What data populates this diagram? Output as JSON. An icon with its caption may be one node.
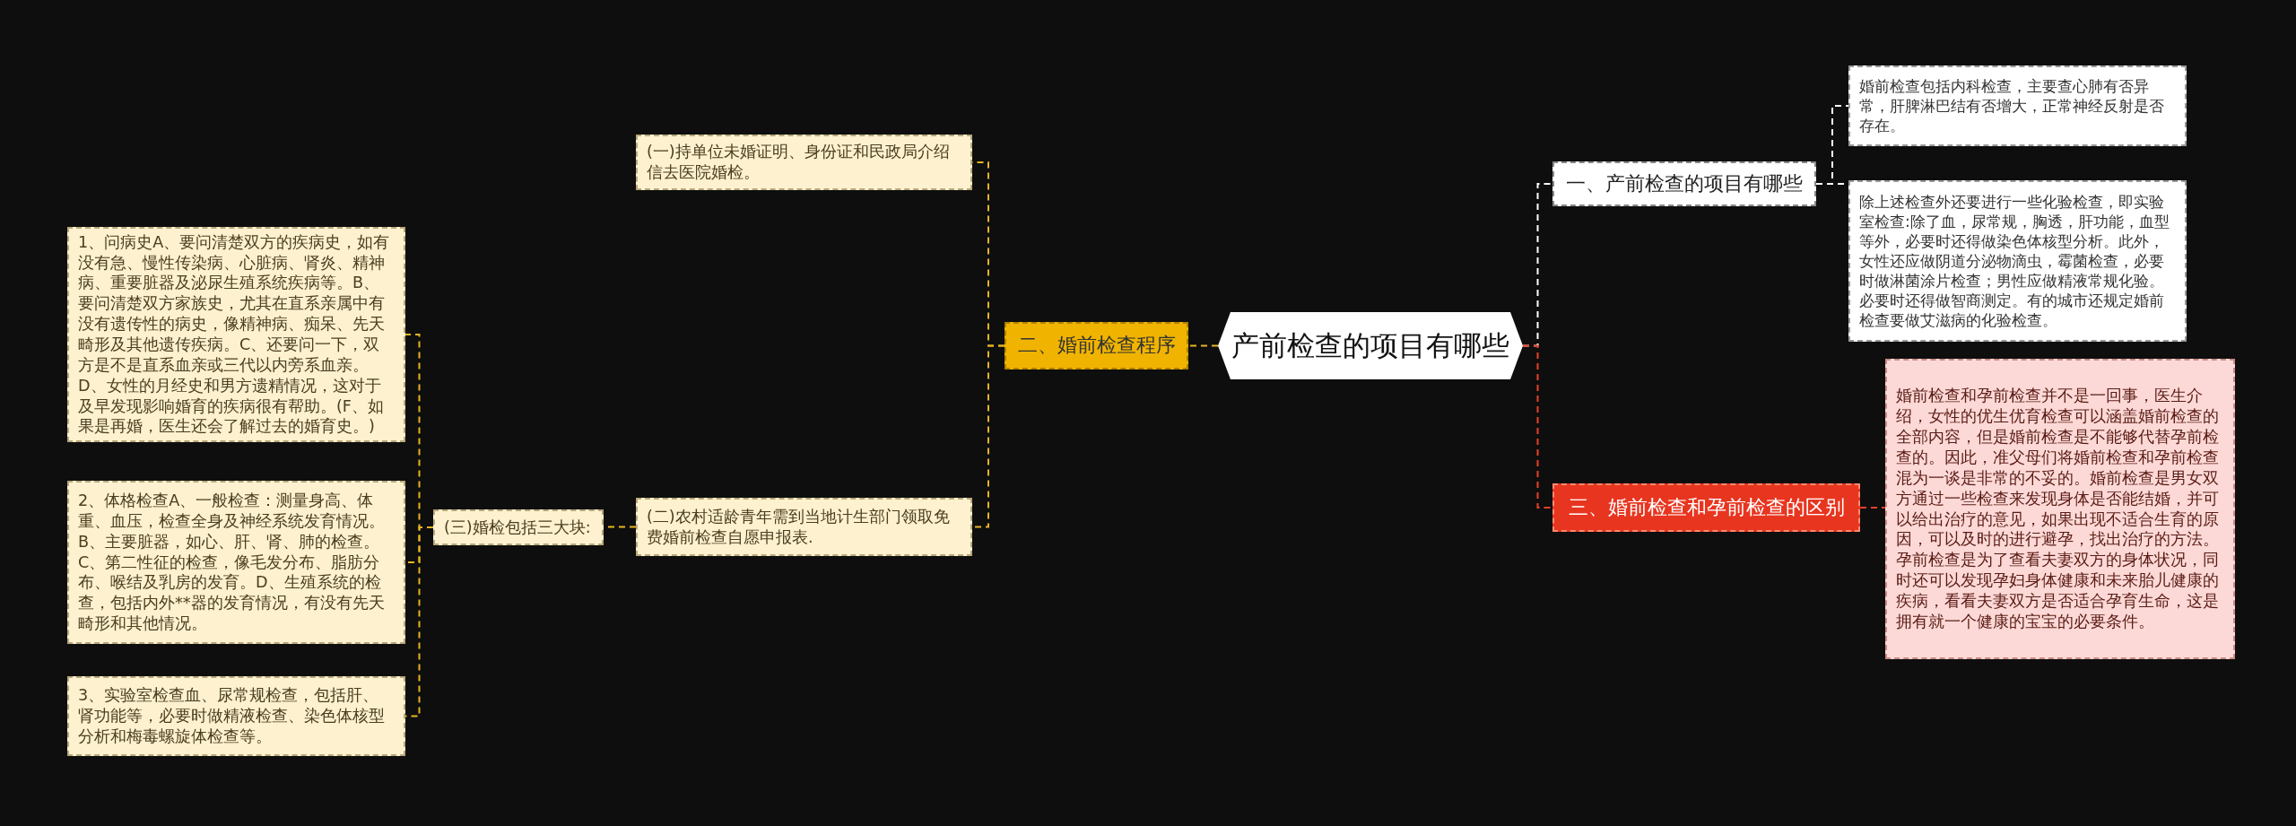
{
  "diagram": {
    "nodes": [
      {
        "text": [
          "产前检查的项目有哪些"
        ]
      },
      {
        "text": [
          "一、产前检查的项目有哪些"
        ]
      },
      {
        "text": [
          "婚前检查包括内科检查，主要查心肺有否异常，肝脾淋巴结有否增大，正常神经反射是否存在。"
        ]
      },
      {
        "text": [
          "除上述检查外还要进行一些化验检查，即实验室检查:除了血，尿常规，胸透，肝功能，血型等外，必要时还得做染色体核型分析。此外，女性还应做阴道分泌物滴虫，霉菌检查，必要时做淋菌涂片检查；男性应做精液常规化验。必要时还得做智商测定。有的城市还规定婚前检查要做艾滋病的化验检查。"
        ]
      },
      {
        "text": [
          "三、婚前检查和孕前检查的区别"
        ]
      },
      {
        "text": [
          "婚前检查和孕前检查并不是一回事，医生介绍，女性的优生优育检查可以涵盖婚前检查的全部内容，但是婚前检查是不能够代替孕前检查的。因此，准父母们将婚前检查和孕前检查混为一谈是非常的不妥的。婚前检查是男女双方通过一些检查来发现身体是否能结婚，并可以给出治疗的意见，如果出现不适合生育的原因，可以及时的进行避孕，找出治疗的方法。孕前检查是为了查看夫妻双方的身体状况，同时还可以发现孕妇身体健康和未来胎儿健康的疾病，看看夫妻双方是否适合孕育生命，这是拥有就一个健康的宝宝的必要条件。"
        ]
      },
      {
        "text": [
          "二、婚前检查程序"
        ]
      },
      {
        "text": [
          "(一)持单位未婚证明、身份证和民政局介绍信去医院婚检。"
        ]
      },
      {
        "text": [
          "(二)农村适龄青年需到当地计生部门领取免费婚前检查自愿申报表."
        ]
      },
      {
        "text": [
          "(三)婚检包括三大块:"
        ]
      },
      {
        "text": [
          "1、问病史A、要问清楚双方的疾病史，如有没有急、慢性传染病、心脏病、肾炎、精神病、重要脏器及泌尿生殖系统疾病等。B、要问清楚双方家族史，尤其在直系亲属中有没有遗传性的病史，像精神病、痴呆、先天畸形及其他遗传疾病。C、还要问一下，双方是不是直系血亲或三代以内旁系血亲。D、女性的月经史和男方遗精情况，这对于及早发现影响婚育的疾病很有帮助。(F、如果是再婚，医生还会了解过去的婚育史。)"
        ]
      },
      {
        "text": [
          "2、体格检查A、一般检查：测量身高、体重、血压，检查全身及神经系统发育情况。B、主要脏器，如心、肝、肾、肺的检查。C、第二性征的检查，像毛发分布、脂肪分布、喉结及乳房的发育。D、生殖系统的检查，包括内外**器的发育情况，有没有先天畸形和其他情况。"
        ]
      },
      {
        "text": [
          "3、实验室检查血、尿常规检查，包括肝、肾功能等，必要时做精液检查、染色体核型分析和梅毒螺旋体检查等。"
        ]
      }
    ],
    "edges": [
      {
        "from": 0,
        "to": 1,
        "arrow": "none",
        "style": "dashed",
        "color": "#ffffff"
      },
      {
        "from": 1,
        "to": 2,
        "arrow": "none",
        "style": "dashed",
        "color": "#ffffff"
      },
      {
        "from": 1,
        "to": 3,
        "arrow": "none",
        "style": "dashed",
        "color": "#ffffff"
      },
      {
        "from": 0,
        "to": 4,
        "arrow": "none",
        "style": "dashed",
        "color": "#e8402a"
      },
      {
        "from": 4,
        "to": 5,
        "arrow": "none",
        "style": "dashed",
        "color": "#e8402a"
      },
      {
        "from": 0,
        "to": 6,
        "arrow": "none",
        "style": "dashed"
      },
      {
        "from": 6,
        "to": 7,
        "arrow": "none",
        "style": "dashed"
      },
      {
        "from": 6,
        "to": 8,
        "arrow": "none",
        "style": "dashed"
      },
      {
        "from": 8,
        "to": 9,
        "arrow": "none",
        "style": "dashed"
      },
      {
        "from": 9,
        "to": 10,
        "arrow": "none",
        "style": "dashed"
      },
      {
        "from": 9,
        "to": 11,
        "arrow": "none",
        "style": "dashed"
      },
      {
        "from": 9,
        "to": 12,
        "arrow": "none",
        "style": "dashed"
      }
    ]
  }
}
